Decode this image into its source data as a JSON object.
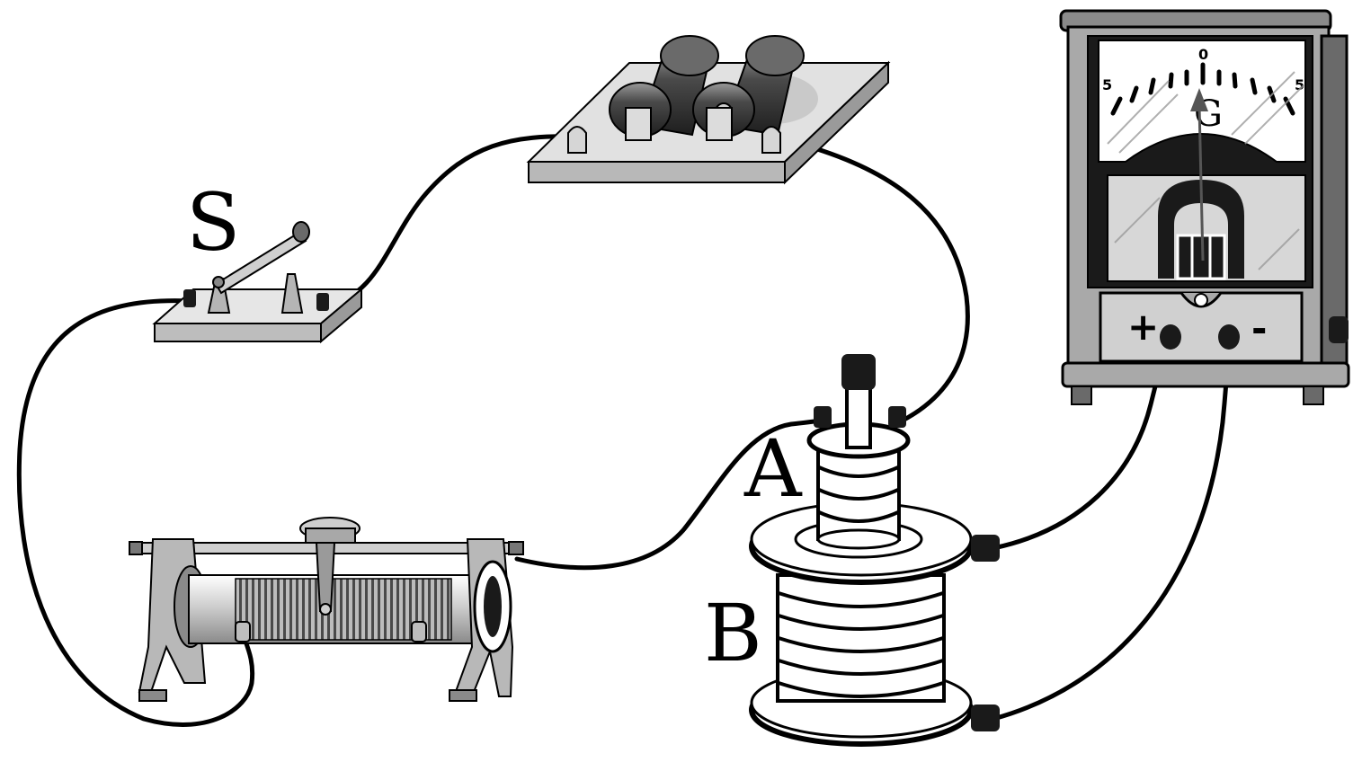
{
  "labels": {
    "switch": "S",
    "coil_a": "A",
    "coil_b": "B",
    "galvanometer": "G"
  },
  "galvanometer": {
    "scale_left": "5",
    "scale_center": "0",
    "scale_right": "5",
    "terminal_plus": "+",
    "terminal_minus": "-"
  }
}
